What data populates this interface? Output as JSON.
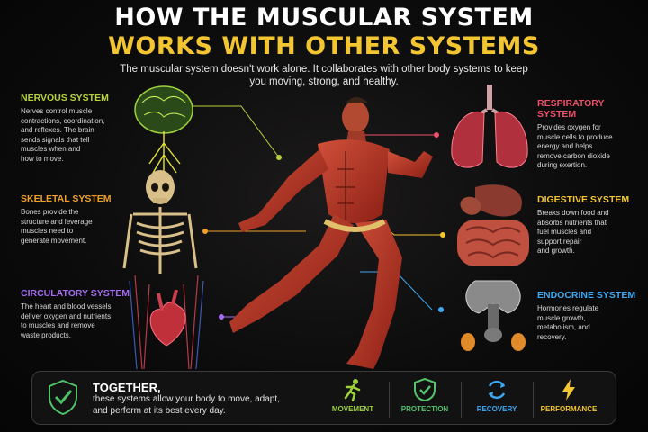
{
  "header": {
    "title_line1": "HOW THE MUSCULAR SYSTEM",
    "title_line2": "WORKS WITH OTHER SYSTEMS",
    "subtitle": "The muscular system doesn't work alone. It collaborates with other body systems to keep you moving, strong, and healthy."
  },
  "systems": {
    "nervous": {
      "title": "NERVOUS SYSTEM",
      "text": "Nerves control muscle\ncontractions, coordination,\nand reflexes. The brain\nsends signals that tell\nmuscles when and\nhow to move.",
      "color": "#b6d43a"
    },
    "skeletal": {
      "title": "SKELETAL SYSTEM",
      "text": "Bones provide the\nstructure and leverage\nmuscles need to\ngenerate movement.",
      "color": "#f0a02a"
    },
    "circulatory": {
      "title": "CIRCULATORY SYSTEM",
      "text": "The heart and blood vessels\ndeliver oxygen and nutrients\nto muscles and remove\nwaste products.",
      "color": "#a46cf0"
    },
    "respiratory": {
      "title": "RESPIRATORY SYSTEM",
      "text": "Provides oxygen for\nmuscle cells to produce\nenergy and helps\nremove carbon dioxide\nduring exertion.",
      "color": "#f0506a"
    },
    "digestive": {
      "title": "DIGESTIVE SYSTEM",
      "text": "Breaks down food and\nabsorbs nutrients that\nfuel muscles and\nsupport repair\nand growth.",
      "color": "#f2c531"
    },
    "endocrine": {
      "title": "ENDOCRINE SYSTEM",
      "text": "Hormones regulate\nmuscle growth,\nmetabolism, and\nrecovery.",
      "color": "#3fa7f0"
    }
  },
  "footer": {
    "heading": "TOGETHER,",
    "text": "these systems allow your body to move, adapt, and perform at its best every day.",
    "features": [
      {
        "label": "MOVEMENT",
        "icon": "running-person-icon",
        "color": "#9ed23a"
      },
      {
        "label": "PROTECTION",
        "icon": "shield-check-icon",
        "color": "#53c26a"
      },
      {
        "label": "RECOVERY",
        "icon": "refresh-cycle-icon",
        "color": "#3fa7f0"
      },
      {
        "label": "PERFORMANCE",
        "icon": "lightning-bolt-icon",
        "color": "#f2c531"
      }
    ]
  }
}
